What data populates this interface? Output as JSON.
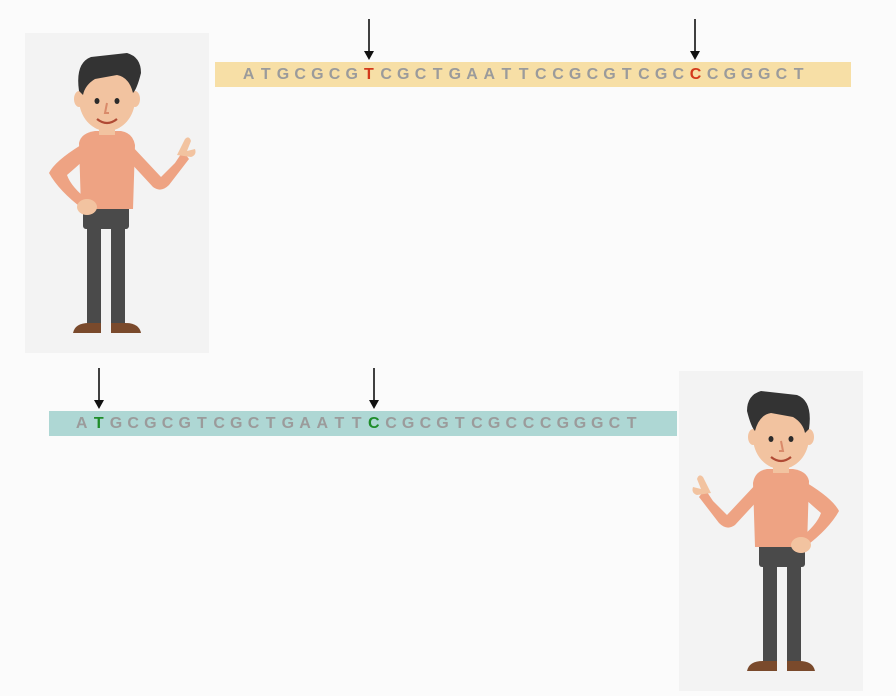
{
  "colors": {
    "background": "#fbfbfb",
    "panel": "#f3f3f3",
    "top_bar": "#f7dfa6",
    "bottom_bar": "#aed7d4",
    "base_default": "#9b9b9b",
    "top_highlight": "#d33a1c",
    "bottom_highlight": "#1f8c2a",
    "arrow": "#111111"
  },
  "sequences": {
    "top": {
      "bases": "ATGCGCGTCGCTGAATTCCGCGTCGCCCGGGCT",
      "highlight_indices": [
        7,
        26
      ]
    },
    "bottom": {
      "bases": "ATGCGCGTCGCTGAATTCCGCGTCGCCCGGGCT",
      "highlight_indices": [
        1,
        17
      ]
    }
  },
  "icons": {
    "left_figure": "person-pointing-right-icon",
    "right_figure": "person-pointing-left-icon",
    "arrow": "arrow-down-icon"
  }
}
